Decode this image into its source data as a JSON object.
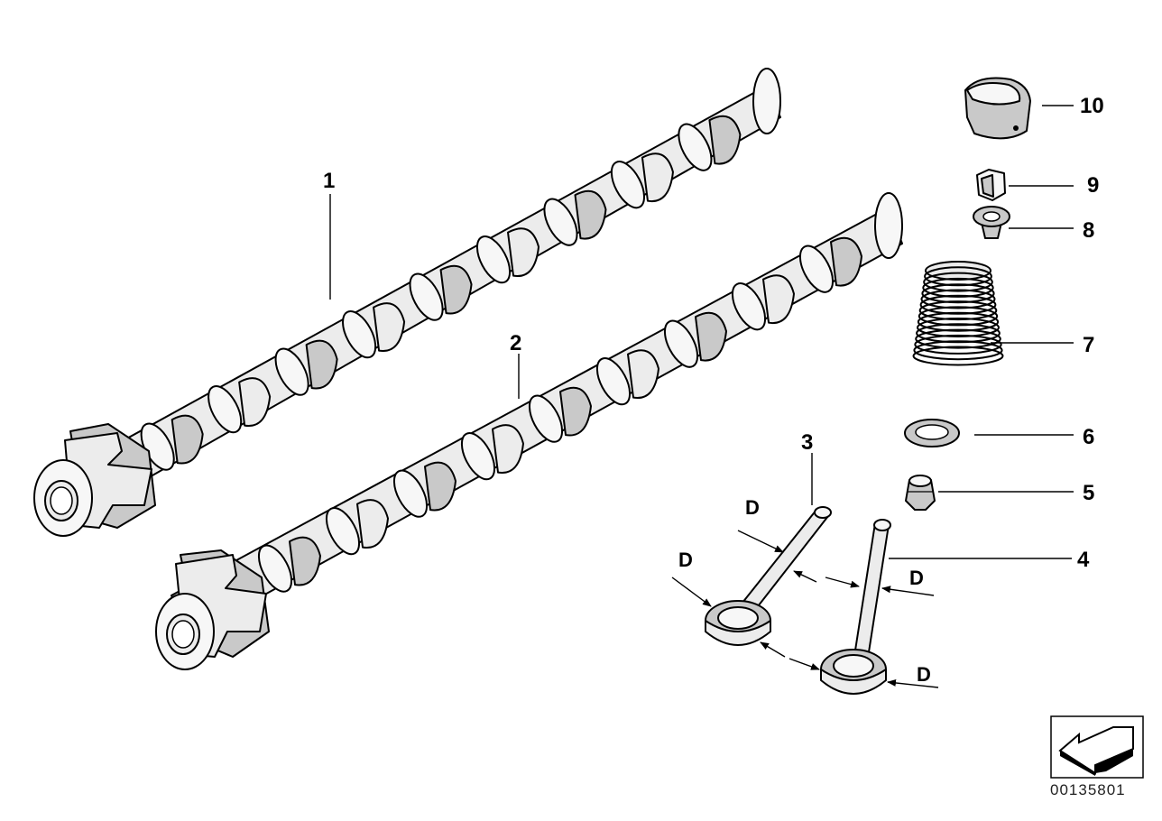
{
  "callouts": {
    "c1": "1",
    "c2": "2",
    "c3": "3",
    "c4": "4",
    "c5": "5",
    "c6": "6",
    "c7": "7",
    "c8": "8",
    "c9": "9",
    "c10": "10"
  },
  "dimension_label": "D",
  "reference_number": "00135801",
  "icons": {
    "orientation": "direction-arrow-icon"
  },
  "colors": {
    "line": "#000000",
    "part_fill": "#ececec",
    "part_shade": "#c9c9c9",
    "background": "#ffffff"
  }
}
